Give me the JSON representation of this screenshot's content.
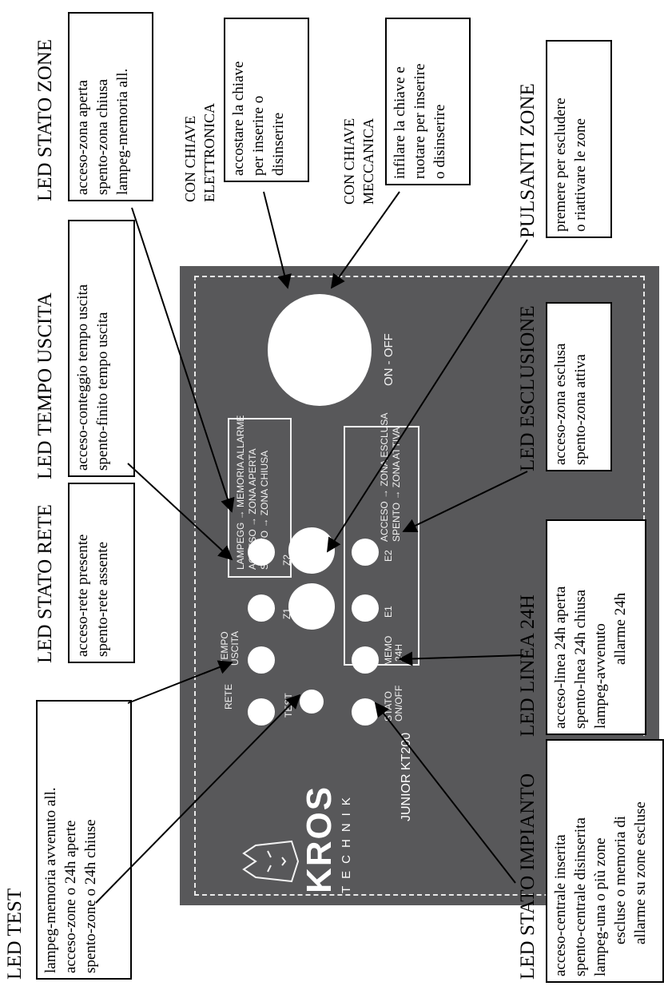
{
  "callouts": {
    "led_test": {
      "title": "LED TEST",
      "lines": [
        "lampeg-memoria avvenuto all.",
        "acceso-zone o 24h aperte",
        "spento-zone o 24h chiuse"
      ]
    },
    "led_stato_rete": {
      "title": "LED STATO RETE",
      "lines": [
        "acceso-rete presente",
        "spento-rete assente"
      ]
    },
    "led_tempo_uscita": {
      "title": "LED TEMPO USCITA",
      "lines": [
        "acceso-conteggio tempo uscita",
        "spento-finito tempo uscita"
      ]
    },
    "led_stato_zone": {
      "title": "LED STATO ZONE",
      "lines": [
        "acceso-zona aperta",
        "spento-zona chiusa",
        "lampeg-memoria all."
      ]
    },
    "chiave_elettronica": {
      "title_lines": [
        "CON CHIAVE",
        "ELETTRONICA"
      ],
      "lines": [
        "accostare la chiave",
        "per inserire o",
        "disinserire"
      ]
    },
    "chiave_meccanica": {
      "title_lines": [
        "CON CHIAVE",
        "MECCANICA"
      ],
      "lines": [
        "infilare la chiave e",
        "ruotare per inserire",
        "o disinserire"
      ]
    },
    "pulsanti_zone": {
      "title": "PULSANTI  ZONE",
      "lines": [
        "premere per escludere",
        "o riattivare le zone"
      ]
    },
    "led_esclusione": {
      "title": "LED ESCLUSIONE",
      "lines": [
        "acceso-zona esclusa",
        "spento-zona attiva"
      ]
    },
    "led_linea_24h": {
      "title": "LED LINEA 24H",
      "lines": [
        "acceso-linea 24h aperta",
        "spento-lnea 24h chiusa",
        "lampeg-avvenuto",
        "allarme 24h"
      ]
    },
    "led_stato_impianto": {
      "title": "LED STATO IMPIANTO",
      "lines": [
        "acceso-centrale inserita",
        "spento-centrale disinserita",
        "lampeg-una o più zone",
        "escluse o memoria di",
        "allarme su zone escluse"
      ]
    }
  },
  "keypad": {
    "brand": "KROS",
    "brand_sub": "TECHNIK",
    "model": "JUNIOR KT200",
    "on_off": "ON - OFF",
    "labels": {
      "rete": "RETE",
      "tempo_uscita": [
        "TEMPO",
        "USCITA"
      ],
      "test": "TEST",
      "stato_on_off": [
        "STATO",
        "ON/OFF"
      ],
      "memo_24h": [
        "MEMO",
        "24H"
      ],
      "z1": "Z1",
      "z2": "Z2",
      "e1": "E1",
      "e2": "E2"
    },
    "legend_zone": [
      "LAMPEGG → MEMORIA ALLARME",
      "ACCESO → ZONA APERTA",
      "SPENTO → ZONA CHIUSA"
    ],
    "legend_escl": [
      "ACCESO → ZONA ESCLUSA",
      "SPENTO → ZONA ATTIVA"
    ]
  }
}
